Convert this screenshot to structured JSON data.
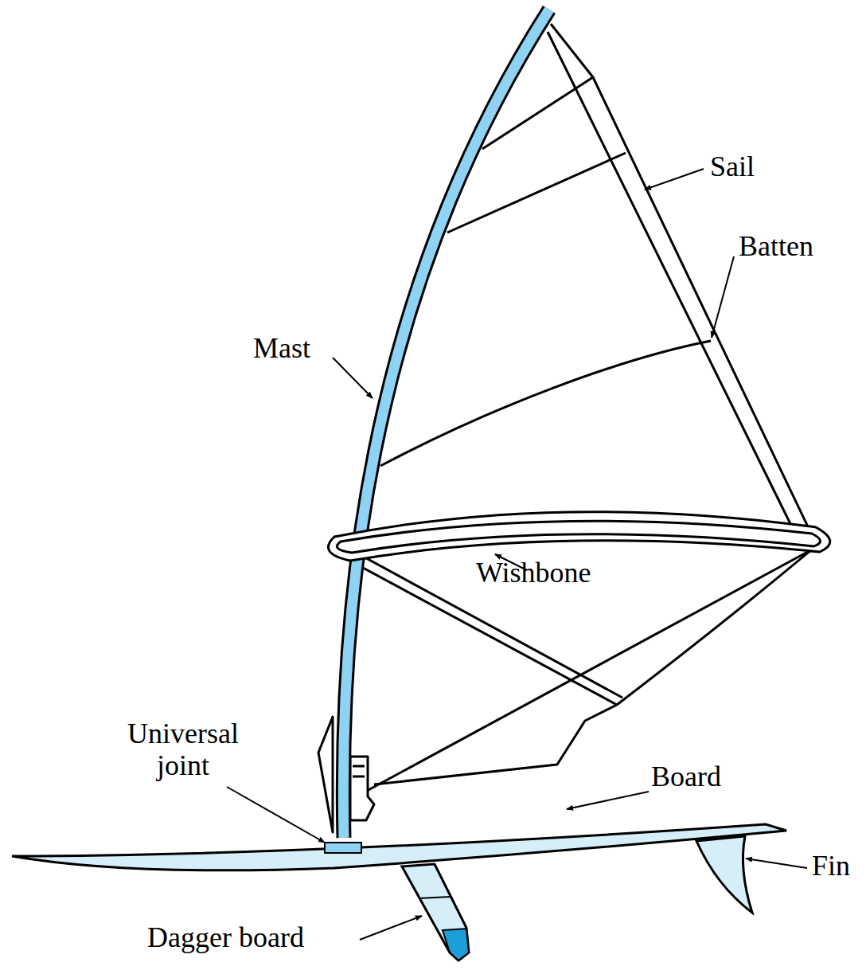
{
  "diagram": {
    "labels": [
      "Sail",
      "Batten",
      "Mast",
      "Wishbone",
      "Universal joint",
      "Board",
      "Fin",
      "Dagger board"
    ]
  }
}
